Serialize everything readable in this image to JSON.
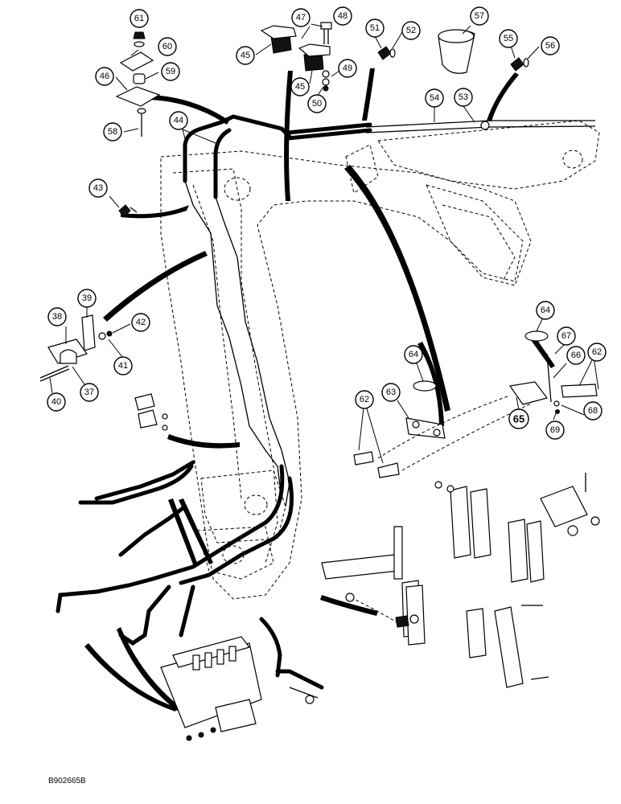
{
  "figure_code": "B902665B",
  "callouts": [
    {
      "id": "c61",
      "label": "61"
    },
    {
      "id": "c60",
      "label": "60"
    },
    {
      "id": "c59",
      "label": "59"
    },
    {
      "id": "c46",
      "label": "46"
    },
    {
      "id": "c58",
      "label": "58"
    },
    {
      "id": "c47",
      "label": "47"
    },
    {
      "id": "c48",
      "label": "48"
    },
    {
      "id": "c45a",
      "label": "45"
    },
    {
      "id": "c45b",
      "label": "45"
    },
    {
      "id": "c49",
      "label": "49"
    },
    {
      "id": "c50",
      "label": "50"
    },
    {
      "id": "c51",
      "label": "51"
    },
    {
      "id": "c52",
      "label": "52"
    },
    {
      "id": "c57",
      "label": "57"
    },
    {
      "id": "c55",
      "label": "55"
    },
    {
      "id": "c56",
      "label": "56"
    },
    {
      "id": "c54",
      "label": "54"
    },
    {
      "id": "c53",
      "label": "53"
    },
    {
      "id": "c44",
      "label": "44"
    },
    {
      "id": "c43",
      "label": "43"
    },
    {
      "id": "c39",
      "label": "39"
    },
    {
      "id": "c38",
      "label": "38"
    },
    {
      "id": "c42",
      "label": "42"
    },
    {
      "id": "c41",
      "label": "41"
    },
    {
      "id": "c40",
      "label": "40"
    },
    {
      "id": "c37",
      "label": "37"
    },
    {
      "id": "c64a",
      "label": "64"
    },
    {
      "id": "c64b",
      "label": "64"
    },
    {
      "id": "c67",
      "label": "67"
    },
    {
      "id": "c66",
      "label": "66"
    },
    {
      "id": "c62a",
      "label": "62"
    },
    {
      "id": "c62b",
      "label": "62"
    },
    {
      "id": "c63",
      "label": "63"
    },
    {
      "id": "c65",
      "label": "65"
    },
    {
      "id": "c68",
      "label": "68"
    },
    {
      "id": "c69",
      "label": "69"
    }
  ]
}
